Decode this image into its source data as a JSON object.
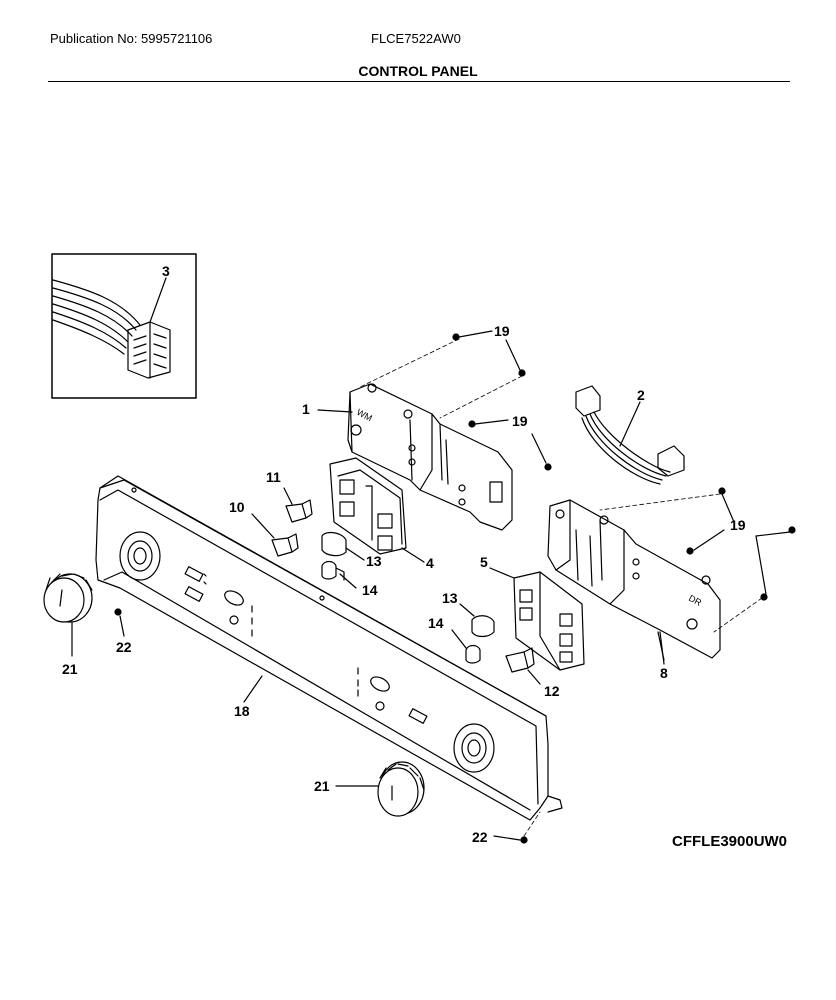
{
  "header": {
    "publication": "Publication No: 5995721106",
    "model": "FLCE7522AW0",
    "section": "CONTROL PANEL"
  },
  "drawing_code": "CFFLE3900UW0",
  "callouts": [
    {
      "id": "c3",
      "label": "3"
    },
    {
      "id": "c19a",
      "label": "19"
    },
    {
      "id": "c1",
      "label": "1"
    },
    {
      "id": "c19b",
      "label": "19"
    },
    {
      "id": "c2",
      "label": "2"
    },
    {
      "id": "c11",
      "label": "11"
    },
    {
      "id": "c10",
      "label": "10"
    },
    {
      "id": "c13a",
      "label": "13"
    },
    {
      "id": "c4",
      "label": "4"
    },
    {
      "id": "c14a",
      "label": "14"
    },
    {
      "id": "c5",
      "label": "5"
    },
    {
      "id": "c19c",
      "label": "19"
    },
    {
      "id": "c13b",
      "label": "13"
    },
    {
      "id": "c14b",
      "label": "14"
    },
    {
      "id": "c22a",
      "label": "22"
    },
    {
      "id": "c21a",
      "label": "21"
    },
    {
      "id": "c8",
      "label": "8"
    },
    {
      "id": "c12",
      "label": "12"
    },
    {
      "id": "c18",
      "label": "18"
    },
    {
      "id": "c21b",
      "label": "21"
    },
    {
      "id": "c22b",
      "label": "22"
    }
  ],
  "board_marks": {
    "left": "WM",
    "right": "DR"
  }
}
